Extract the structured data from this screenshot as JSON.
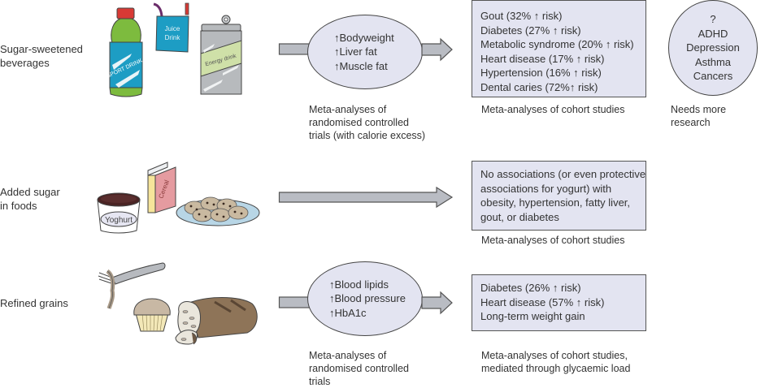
{
  "rows": [
    {
      "label": "Sugar-sweetened beverages",
      "label_lines": [
        "Sugar-sweetened",
        "beverages"
      ],
      "illustration": {
        "items": [
          "sport-drink-bottle",
          "juice-drink-box",
          "energy-drink-can"
        ],
        "texts": {
          "sport": "SPORT DRINK",
          "juice_1": "Juice",
          "juice_2": "Drink",
          "energy": "Energy drink"
        }
      },
      "rct": {
        "effects": [
          "↑Bodyweight",
          "↑Liver fat",
          "↑Muscle fat"
        ],
        "caption_lines": [
          "Meta-analyses of",
          "randomised controlled",
          "trials (with calorie excess)"
        ]
      },
      "cohort": {
        "items": [
          "Gout (32% ↑ risk)",
          "Diabetes (27% ↑ risk)",
          "Metabolic syndrome (20% ↑ risk)",
          "Heart disease (17% ↑ risk)",
          "Hypertension (16% ↑ risk)",
          "Dental caries (72%↑ risk)"
        ],
        "caption_lines": [
          "Meta-analyses of cohort studies"
        ]
      },
      "research": {
        "items": [
          "?",
          "ADHD",
          "Depression",
          "Asthma",
          "Cancers"
        ],
        "caption": "Needs more research"
      }
    },
    {
      "label": "Added sugar in foods",
      "label_lines": [
        "Added sugar",
        "in foods"
      ],
      "illustration": {
        "items": [
          "yoghurt-cup",
          "cereal-box",
          "cookie-plate"
        ],
        "texts": {
          "yoghurt": "Yoghurt",
          "cereal": "Cereal"
        }
      },
      "cohort": {
        "items": [
          "No associations (or even protective",
          "associations for yogurt) with",
          "obesity, hypertension, fatty liver,",
          "gout, or diabetes"
        ],
        "caption_lines": [
          "Meta-analyses of cohort studies"
        ]
      }
    },
    {
      "label": "Refined grains",
      "label_lines": [
        "Refined grains"
      ],
      "illustration": {
        "items": [
          "pasta-fork",
          "muffin",
          "bread-loaf"
        ]
      },
      "rct": {
        "effects": [
          "↑Blood lipids",
          "↑Blood pressure",
          "↑HbA1c"
        ],
        "caption_lines": [
          "Meta-analyses of",
          "randomised controlled",
          "trials"
        ]
      },
      "cohort": {
        "items": [
          "Diabetes (26% ↑ risk)",
          "Heart disease (57% ↑ risk)",
          "Long-term weight gain"
        ],
        "caption_lines": [
          "Meta-analyses of cohort studies,",
          "mediated through glycaemic load"
        ]
      }
    }
  ],
  "colors": {
    "box_fill": "#e3e4f1",
    "arrow_fill": "#b9bcc3",
    "outline": "#555555"
  }
}
